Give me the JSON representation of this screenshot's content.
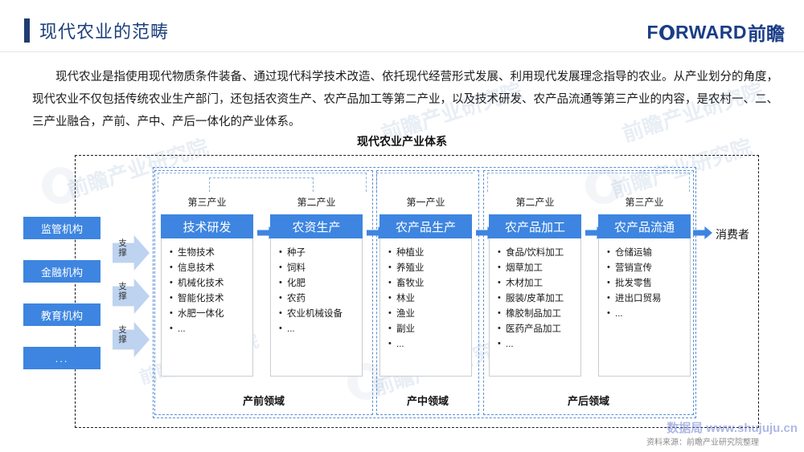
{
  "header": {
    "title": "现代农业的范畴",
    "brand_en": "F",
    "brand_en2": "RWARD",
    "brand_cn": "前瞻"
  },
  "intro": {
    "paragraph": "现代农业是指使用现代物质条件装备、通过现代科学技术改造、依托现代经营形式发展、利用现代发展理念指导的农业。从产业划分的角度，现代农业不仅包括传统农业生产部门，还包括农资生产、农产品加工等第二产业，以及技术研发、农产品流通等第三产业的内容，是农村一、二、三产业融合，产前、产中、产后一体化的产业体系。"
  },
  "diagram": {
    "title": "现代农业产业体系",
    "consumer_label": "消费者",
    "support_label": "支撑",
    "org_boxes": [
      {
        "label": "监管机构"
      },
      {
        "label": "金融机构"
      },
      {
        "label": "教育机构"
      },
      {
        "label": "..."
      }
    ],
    "stages": [
      {
        "sector": "第三产业",
        "title": "技术研发",
        "items": [
          "生物技术",
          "信息技术",
          "机械化技术",
          "智能化技术",
          "水肥一体化",
          "..."
        ]
      },
      {
        "sector": "第二产业",
        "title": "农资生产",
        "items": [
          "种子",
          "饲料",
          "化肥",
          "农药",
          "农业机械设备",
          "..."
        ]
      },
      {
        "sector": "第一产业",
        "title": "农产品生产",
        "items": [
          "种植业",
          "养殖业",
          "畜牧业",
          "林业",
          "渔业",
          "副业",
          "..."
        ]
      },
      {
        "sector": "第二产业",
        "title": "农产品加工",
        "items": [
          "食品/饮料加工",
          "烟草加工",
          "木材加工",
          "服装/皮革加工",
          "橡胶制品加工",
          "医药产品加工",
          "..."
        ]
      },
      {
        "sector": "第三产业",
        "title": "农产品流通",
        "items": [
          "仓储运输",
          "营销宣传",
          "批发零售",
          "进出口贸易",
          "..."
        ]
      }
    ],
    "fields": [
      {
        "label": "产前领域"
      },
      {
        "label": "产中领域"
      },
      {
        "label": "产后领域"
      }
    ]
  },
  "footer": {
    "source": "资料来源：前瞻产业研究院整理",
    "watermark_site": "数据局 www.shujuju.cn",
    "watermark_text": "前瞻产业研究院"
  },
  "colors": {
    "accent_blue": "#3d85e0",
    "brand_navy": "#1b3d86",
    "title_navy": "#1c3f7c",
    "dash_blue": "#5b8fd4",
    "support_arrow": "#bdd3ef"
  }
}
